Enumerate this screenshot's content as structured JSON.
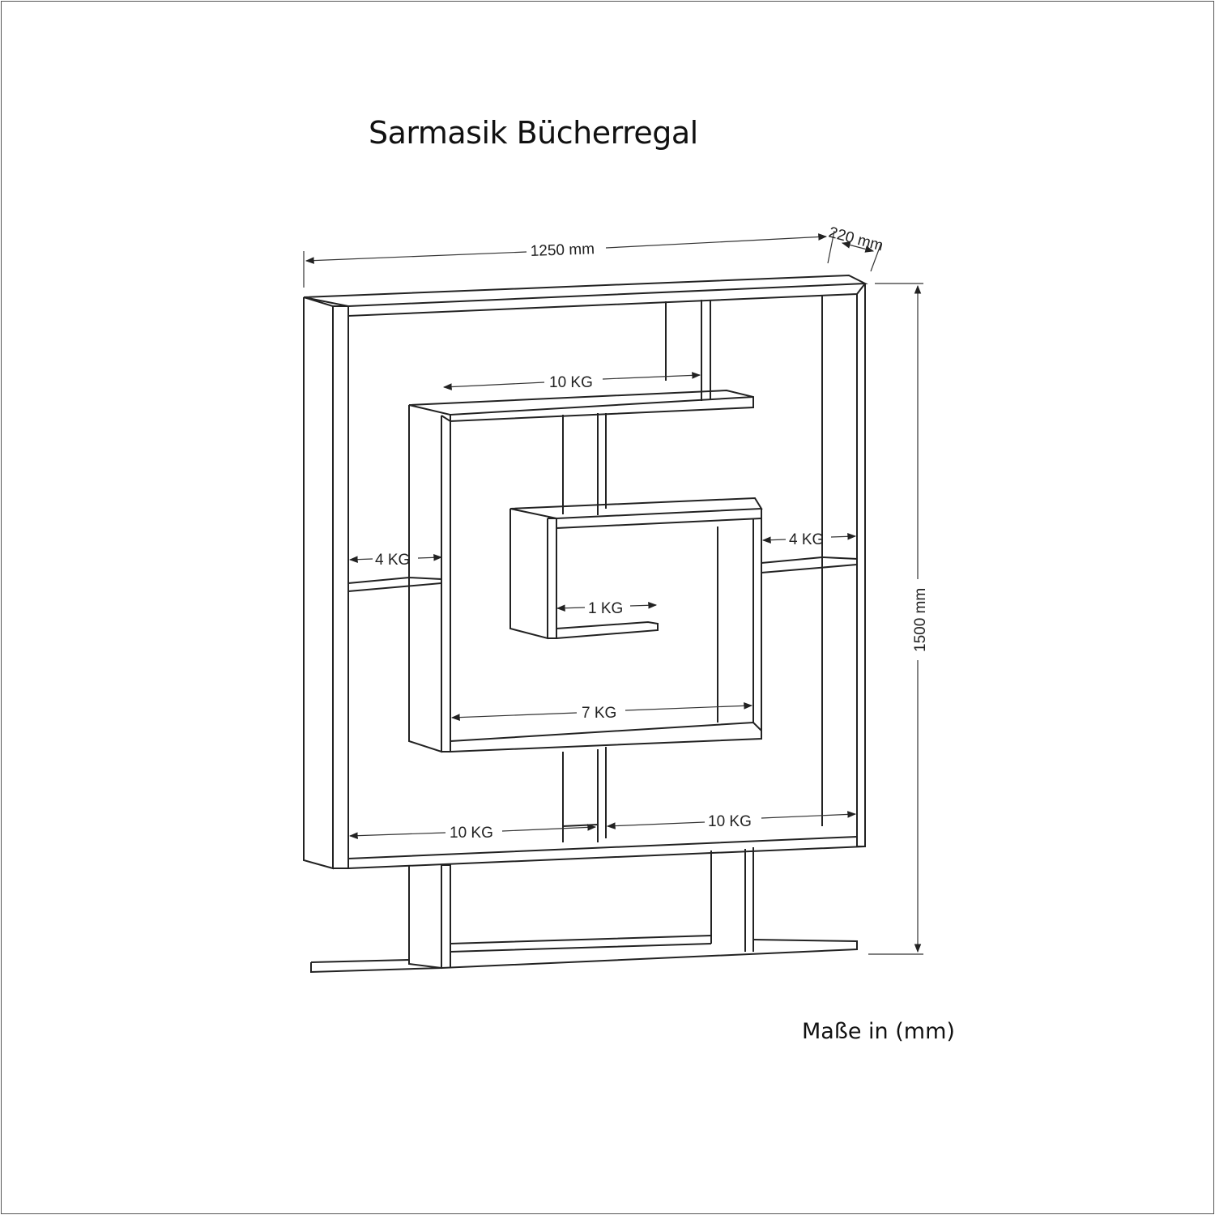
{
  "title": "Sarmasik Bücherregal",
  "units_note": "Maße in (mm)",
  "dimensions": {
    "width": "1250 mm",
    "depth": "220 mm",
    "height": "1500 mm"
  },
  "load_labels": {
    "top_shelf": "10 KG",
    "left_middle": "4 KG",
    "right_middle": "4 KG",
    "center_box": "1 KG",
    "inner_bottom": "7 KG",
    "bottom_left": "10 KG",
    "bottom_right": "10 KG"
  },
  "colors": {
    "line": "#222222",
    "background": "#ffffff"
  }
}
